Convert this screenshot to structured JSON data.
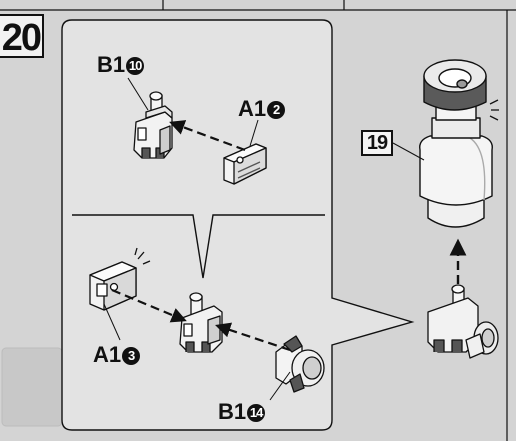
{
  "step": {
    "number": "20"
  },
  "callouts": {
    "b1_top": {
      "prefix": "B1",
      "num": "10"
    },
    "a1_top": {
      "prefix": "A1",
      "num": "2"
    },
    "a1_bottom": {
      "prefix": "A1",
      "num": "3"
    },
    "b1_bottom": {
      "prefix": "B1",
      "num": "14"
    }
  },
  "reference": {
    "step": "19"
  },
  "colors": {
    "line": "#111111",
    "page": "#d4d4d4",
    "panel": "#e4e4e4",
    "part_light": "#f5f5f5",
    "part_mid": "#c8c8c8",
    "part_dark": "#555555"
  }
}
